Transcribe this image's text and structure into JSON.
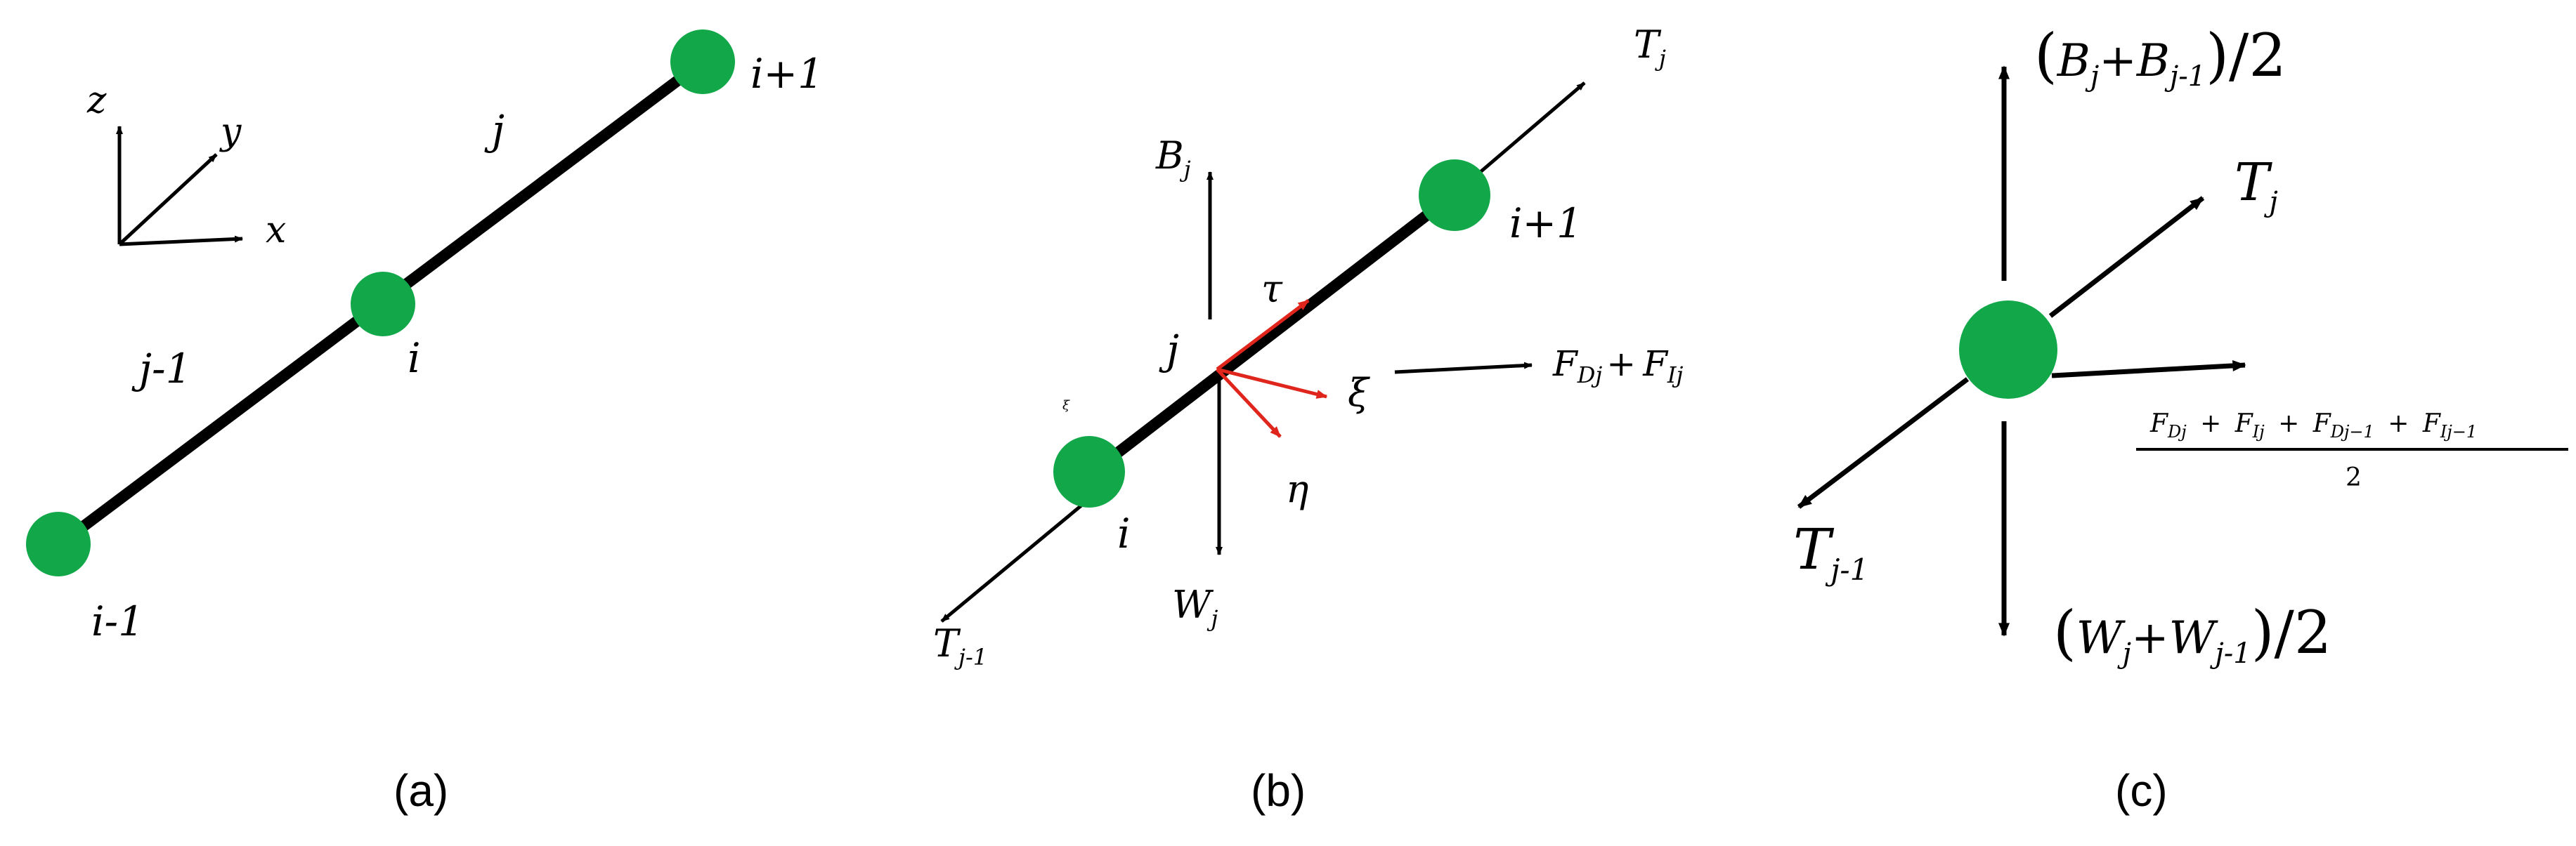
{
  "panels": {
    "a": {
      "caption": "(a)",
      "axes": {
        "x": "x",
        "y": "y",
        "z": "z"
      },
      "nodes": {
        "i_minus_1": "i-1",
        "i": "i",
        "i_plus_1": "i+1"
      },
      "elements": {
        "j": "j",
        "j_minus_1": "j-1"
      }
    },
    "b": {
      "caption": "(b)",
      "labels": {
        "T_j": "T",
        "T_j_sub": "j",
        "B_j": "B",
        "B_j_sub": "j",
        "W_j": "W",
        "W_j_sub": "j",
        "T_j1": "T",
        "T_j1_sub": "j-1",
        "tau": "τ",
        "xi": "ξ",
        "eta": "η",
        "element_j": "j",
        "node_i": "i",
        "node_i_plus_1": "i+1",
        "small_xi": "ξ",
        "F_D": "F",
        "F_D_sub": "Dj",
        "plus": "+",
        "F_I": "F",
        "F_I_sub": "Ij"
      }
    },
    "c": {
      "caption": "(c)",
      "labels": {
        "B_open": "(",
        "B_B1": "B",
        "B_B1_sub": "j",
        "B_plus": "+",
        "B_B2": "B",
        "B_B2_sub": "j-1",
        "B_close": ")/2",
        "T_j": "T",
        "T_j_sub": "j",
        "T_j1": "T",
        "T_j1_sub": "j-1",
        "W_open": "(",
        "W_W1": "W",
        "W_W1_sub": "j",
        "W_plus": "+",
        "W_W2": "W",
        "W_W2_sub": "j-1",
        "W_close": ")/2",
        "F_sum_numerator": "F_Dj + F_Ij + F_Dj−1 + F_Ij−1",
        "F_sum_denominator": "2"
      },
      "numerator_parts": [
        {
          "base": "F",
          "sub": "Dj"
        },
        {
          "op": "+"
        },
        {
          "base": "F",
          "sub": "Ij"
        },
        {
          "op": "+"
        },
        {
          "base": "F",
          "sub": "Dj−1"
        },
        {
          "op": "+"
        },
        {
          "base": "F",
          "sub": "Ij−1"
        }
      ]
    }
  },
  "colors": {
    "node": "#12a84a",
    "red_vectors": "#e0261c",
    "ink": "#000000"
  }
}
